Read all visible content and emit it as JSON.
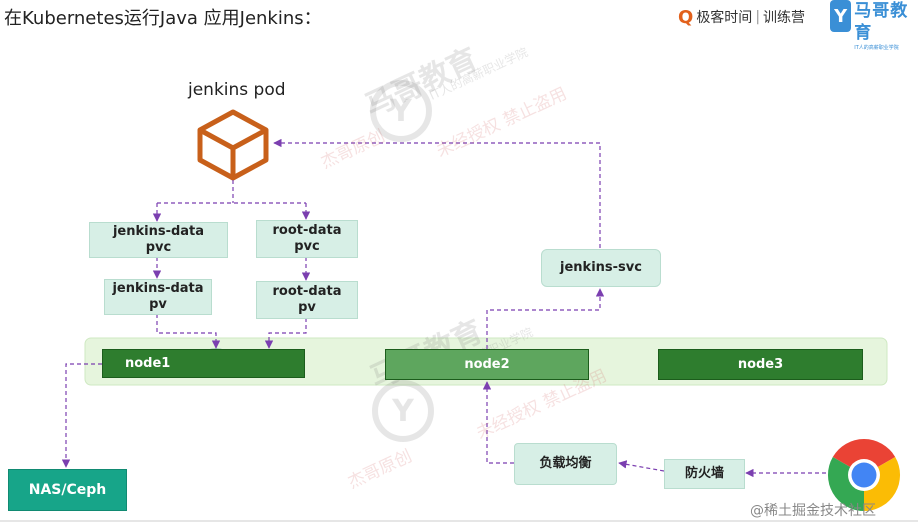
{
  "title": "在Kubernetes运行Java 应用Jenkins：",
  "brands": {
    "geek_logo_glyph": "Q",
    "geek_name": "极客时间",
    "geek_sep": "|",
    "geek_sub": "训练营",
    "mage_logo_glyph": "Y",
    "mage_name": "马哥教育",
    "mage_slogan": "IT人的高薪职业学院"
  },
  "watermarks": {
    "logo_glyph": "Y",
    "main": "马哥教育",
    "sub": "IT人的高薪职业学院",
    "notice": "未经授权 禁止盗用",
    "seal": "杰哥原创"
  },
  "diagram": {
    "pod_label": "jenkins pod",
    "jenkins_pvc": "jenkins-data pvc",
    "root_pvc": "root-data pvc",
    "jenkins_pv": "jenkins-data pv",
    "root_pv": "root-data pv",
    "svc": "jenkins-svc",
    "nodes": [
      "node1",
      "node2",
      "node3"
    ],
    "storage": "NAS/Ceph",
    "load_balancer": "负载均衡",
    "firewall": "防火墙",
    "client_icon": "chrome-browser-icon"
  },
  "footer": "@稀土掘金技术社区",
  "colors": {
    "pod_orange": "#c8601a",
    "arrow_purple": "#7b3fb0",
    "node_dark": "#2e7d2e",
    "node_light": "#5ea65e",
    "nas_teal": "#17a589",
    "box_light": "#d7efe6",
    "band_green": "#e6f5dd"
  }
}
